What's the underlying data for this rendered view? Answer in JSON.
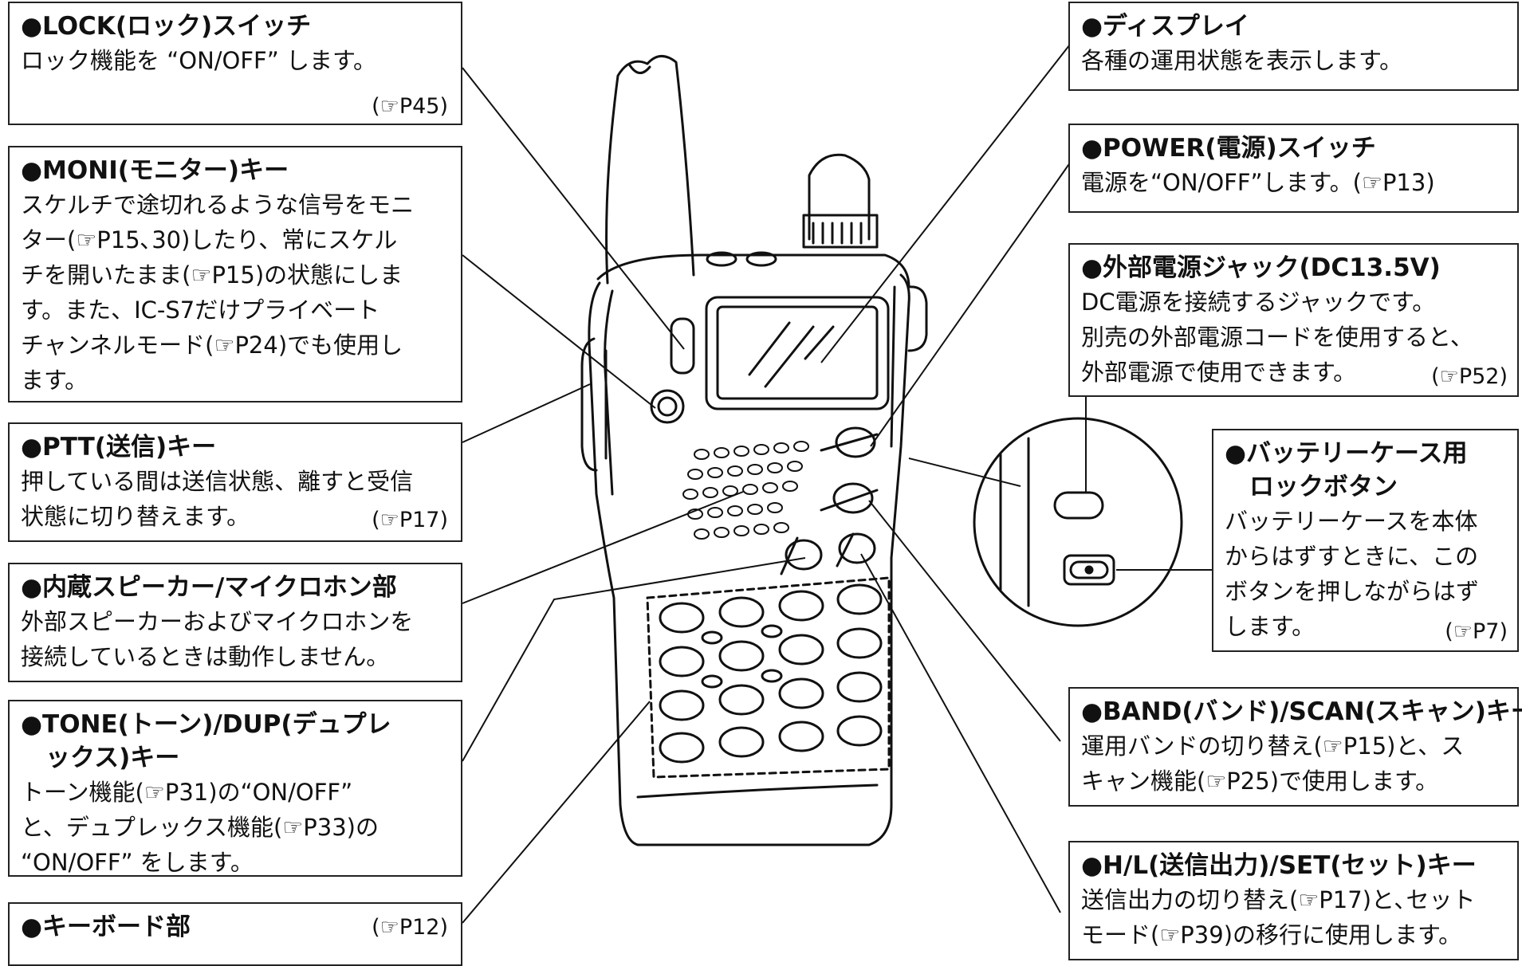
{
  "callouts": {
    "lock": {
      "title": "●LOCK(ロック)スイッチ",
      "body": "ロック機能を “ON/OFF” します。",
      "ref": "(☞P45)"
    },
    "moni": {
      "title": "●MONI(モニター)キー",
      "body": "スケルチで途切れるような信号をモニ\nター(☞P15､30)したり、常にスケル\nチを開いたまま(☞P15)の状態にしま\nす。また、IC-S7だけプライベート\nチャンネルモード(☞P24)でも使用し\nます。"
    },
    "ptt": {
      "title": "●PTT(送信)キー",
      "body": "押している間は送信状態、離すと受信\n状態に切り替えます。",
      "ref": "(☞P17)"
    },
    "speaker": {
      "title": "●内蔵スピーカー/マイクロホン部",
      "body": "外部スピーカーおよびマイクロホンを\n接続しているときは動作しません。"
    },
    "tone": {
      "title": "●TONE(トーン)/DUP(デュプレ\n　ックス)キー",
      "body": "トーン機能(☞P31)の“ON/OFF”\nと、デュプレックス機能(☞P33)の\n“ON/OFF” をします。"
    },
    "keyboard": {
      "title": "●キーボード部",
      "ref": "(☞P12)"
    },
    "display": {
      "title": "●ディスプレイ",
      "body": "各種の運用状態を表示します。"
    },
    "power": {
      "title": "●POWER(電源)スイッチ",
      "body": "電源を“ON/OFF”します。(☞P13)"
    },
    "dcjack": {
      "title": "●外部電源ジャック(DC13.5V)",
      "body": "DC電源を接続するジャックです。\n別売の外部電源コードを使用すると、\n外部電源で使用できます。",
      "ref": "(☞P52)"
    },
    "battery": {
      "title": "●バッテリーケース用\n　ロックボタン",
      "body": "バッテリーケースを本体\nからはずすときに、この\nボタンを押しながらはず\nします。",
      "ref": "(☞P7)"
    },
    "band": {
      "title": "●BAND(バンド)/SCAN(スキャン)キー",
      "body": "運用バンドの切り替え(☞P15)と、ス\nキャン機能(☞P25)で使用します。"
    },
    "hl": {
      "title": "●H/L(送信出力)/SET(セット)キー",
      "body": "送信出力の切り替え(☞P17)と､セット\nモード(☞P39)の移行に使用します。"
    }
  }
}
